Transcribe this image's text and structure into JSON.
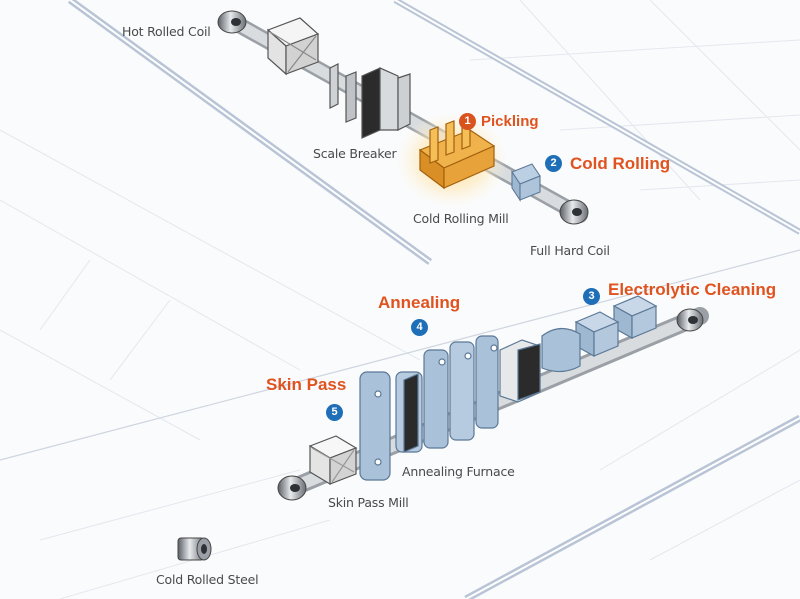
{
  "colors": {
    "accent_orange": "#e0531f",
    "badge_blue": "#1f6fb8",
    "badge_orange": "#d9531e",
    "machine_blue": "#a9c1d9",
    "pickling_gold": "#e8a23a",
    "text_gray": "#4a4a4a",
    "floor_line": "#b9c5d6"
  },
  "equipment_labels": {
    "hot_rolled_coil": "Hot Rolled Coil",
    "scale_breaker": "Scale Breaker",
    "cold_rolling_mill": "Cold Rolling Mill",
    "full_hard_coil": "Full Hard Coil",
    "annealing_furnace": "Annealing Furnace",
    "skin_pass_mill": "Skin Pass Mill",
    "cold_rolled_steel": "Cold Rolled Steel"
  },
  "stages": [
    {
      "number": "1",
      "title": "Pickling",
      "badge_color": "#d9531e"
    },
    {
      "number": "2",
      "title": "Cold Rolling",
      "badge_color": "#1f6fb8"
    },
    {
      "number": "3",
      "title": "Electrolytic Cleaning",
      "badge_color": "#1f6fb8"
    },
    {
      "number": "4",
      "title": "Annealing",
      "badge_color": "#1f6fb8"
    },
    {
      "number": "5",
      "title": "Skin Pass",
      "badge_color": "#1f6fb8"
    }
  ]
}
